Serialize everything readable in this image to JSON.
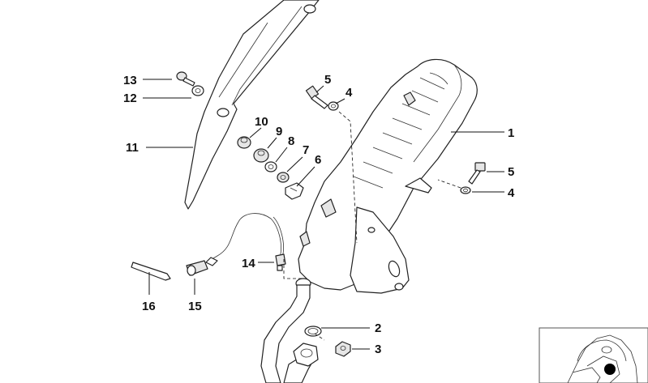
{
  "diagram": {
    "callouts": {
      "c1": "1",
      "c2": "2",
      "c3": "3",
      "c4a": "4",
      "c4b": "4",
      "c5a": "5",
      "c5b": "5",
      "c6": "6",
      "c7": "7",
      "c8": "8",
      "c9": "9",
      "c10": "10",
      "c11": "11",
      "c12": "12",
      "c13": "13",
      "c14": "14",
      "c15": "15",
      "c16": "16"
    }
  }
}
